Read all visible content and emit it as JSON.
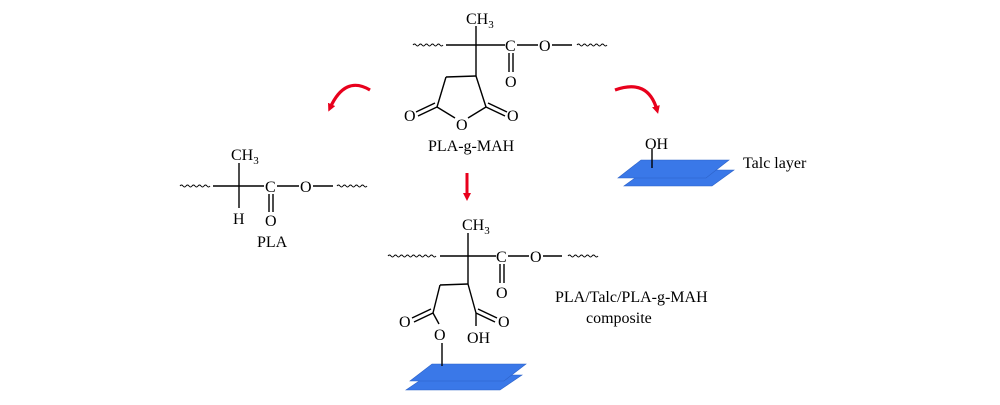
{
  "colors": {
    "arrow": "#e8001c",
    "talc_sheet": "#3a78e8",
    "text": "#000000"
  },
  "structures": {
    "pla_g_mah": {
      "label": "PLA-g-MAH",
      "methyl": "CH",
      "methyl_sub": "3",
      "carbonyl_c": "C",
      "ester_o": "O",
      "carbonyl_o": "O",
      "ring_o_left": "O",
      "ring_o_center": "O",
      "ring_o_right": "O"
    },
    "pla": {
      "label": "PLA",
      "methyl": "CH",
      "methyl_sub": "3",
      "hydrogen": "H",
      "carbonyl_c": "C",
      "ester_o": "O",
      "carbonyl_o": "O"
    },
    "talc": {
      "label": "Talc layer",
      "hydroxyl": "OH"
    },
    "composite": {
      "label_line1": "PLA/Talc/PLA-g-MAH",
      "label_line2": "composite",
      "methyl": "CH",
      "methyl_sub": "3",
      "carbonyl_c": "C",
      "ester_o": "O",
      "carbonyl_o": "O",
      "left_carbonyl_o": "O",
      "link_o": "O",
      "right_carbonyl_o": "O",
      "hydroxyl": "OH"
    }
  },
  "arrows": [
    {
      "name": "arrow-to-pla",
      "direction": "curved-left-down"
    },
    {
      "name": "arrow-to-talc",
      "direction": "curved-right-down"
    },
    {
      "name": "arrow-to-composite",
      "direction": "down"
    }
  ]
}
